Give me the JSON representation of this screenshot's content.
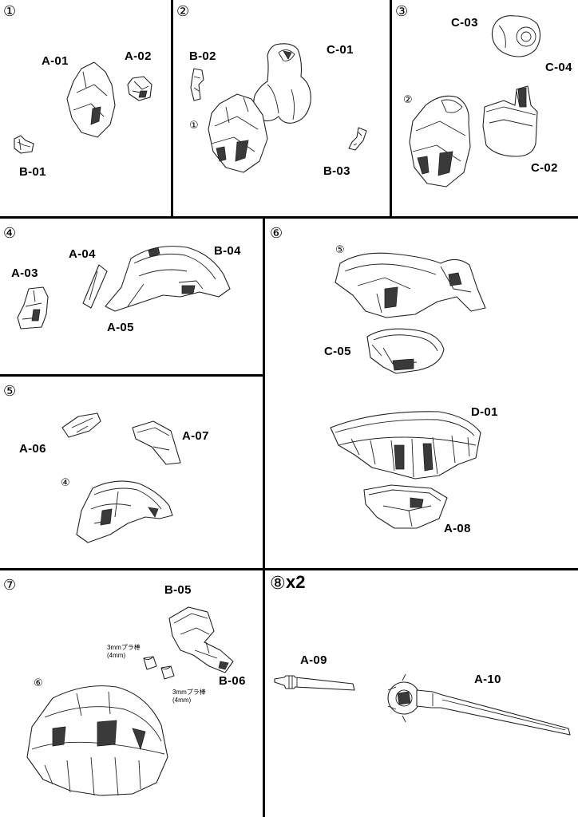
{
  "steps": [
    {
      "id": "1",
      "number": "①",
      "parts": [
        "A-01",
        "A-02",
        "B-01"
      ]
    },
    {
      "id": "2",
      "number": "②",
      "ref": "①",
      "parts": [
        "B-02",
        "C-01",
        "B-03"
      ]
    },
    {
      "id": "3",
      "number": "③",
      "ref": "②",
      "parts": [
        "C-03",
        "C-04",
        "C-02"
      ]
    },
    {
      "id": "4",
      "number": "④",
      "parts": [
        "A-04",
        "B-04",
        "A-03",
        "A-05"
      ]
    },
    {
      "id": "5",
      "number": "⑤",
      "ref": "④",
      "parts": [
        "A-06",
        "A-07"
      ]
    },
    {
      "id": "6",
      "number": "⑥",
      "ref": "⑤",
      "parts": [
        "C-05",
        "D-01",
        "A-08"
      ]
    },
    {
      "id": "7",
      "number": "⑦",
      "ref": "⑥",
      "parts": [
        "B-05",
        "B-06"
      ],
      "notes": [
        "3mmプラ棒\n(4mm)",
        "3mmプラ棒\n(4mm)"
      ]
    },
    {
      "id": "8",
      "number": "⑧",
      "multiplier": "x2",
      "parts": [
        "A-09",
        "A-10"
      ]
    }
  ]
}
